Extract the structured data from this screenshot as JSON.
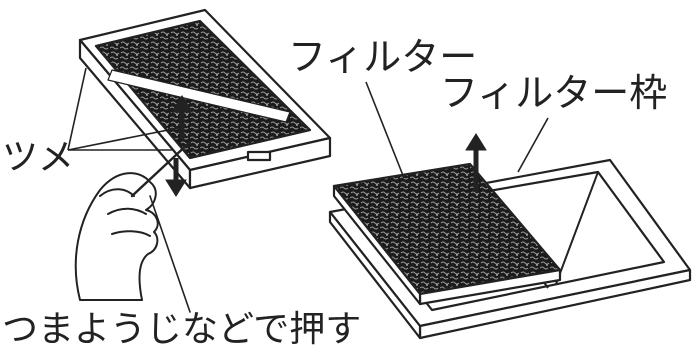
{
  "labels": {
    "claw": "ツメ",
    "filter": "フィルター",
    "filter_frame": "フィルター枠",
    "instruction": "つまようじなどで押す"
  },
  "colors": {
    "ink": "#222222",
    "background": "#ffffff"
  }
}
